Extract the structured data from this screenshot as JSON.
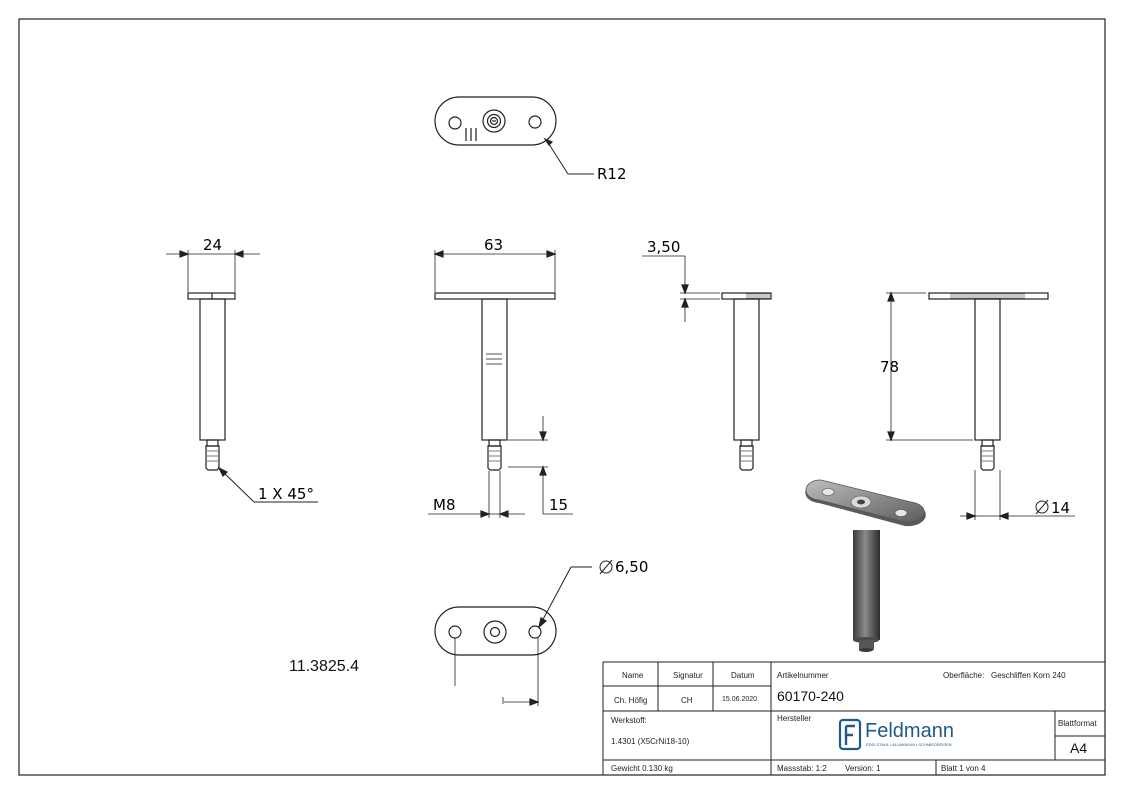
{
  "drawing": {
    "part_number_label": "11.3825.4",
    "dimensions": {
      "radius": "R12",
      "chamfer": "1 X 45°",
      "plate_width_side": "24",
      "plate_length": "63",
      "plate_thickness": "3,50",
      "height": "78",
      "thread": "M8",
      "thread_length": "15",
      "tube_diameter": "14",
      "hole_diameter": "6,50"
    }
  },
  "title_block": {
    "name_header": "Name",
    "signature_header": "Signatur",
    "date_header": "Datum",
    "name_value": "Ch. Höfig",
    "signature_value": "CH",
    "date_value": "15.06.2020",
    "article_label": "Artikelnummer",
    "article_number": "60170-240",
    "surface_label": "Oberfläche:",
    "surface_value": "Geschliffen Korn 240",
    "material_label": "Werkstoff:",
    "material_value": "1.4301 (X5CrNi18-10)",
    "manufacturer_label": "Hersteller",
    "brand_name": "Feldmann",
    "brand_tagline": "EDELSTAHL • ALUMINIUM • SCHMIEDEEISEN",
    "format_label": "Blattformat",
    "format_value": "A4",
    "weight": "Gewicht 0.130 kg",
    "scale": "Massstab: 1:2",
    "version": "Version: 1",
    "sheet": "Blatt 1 von 4"
  }
}
